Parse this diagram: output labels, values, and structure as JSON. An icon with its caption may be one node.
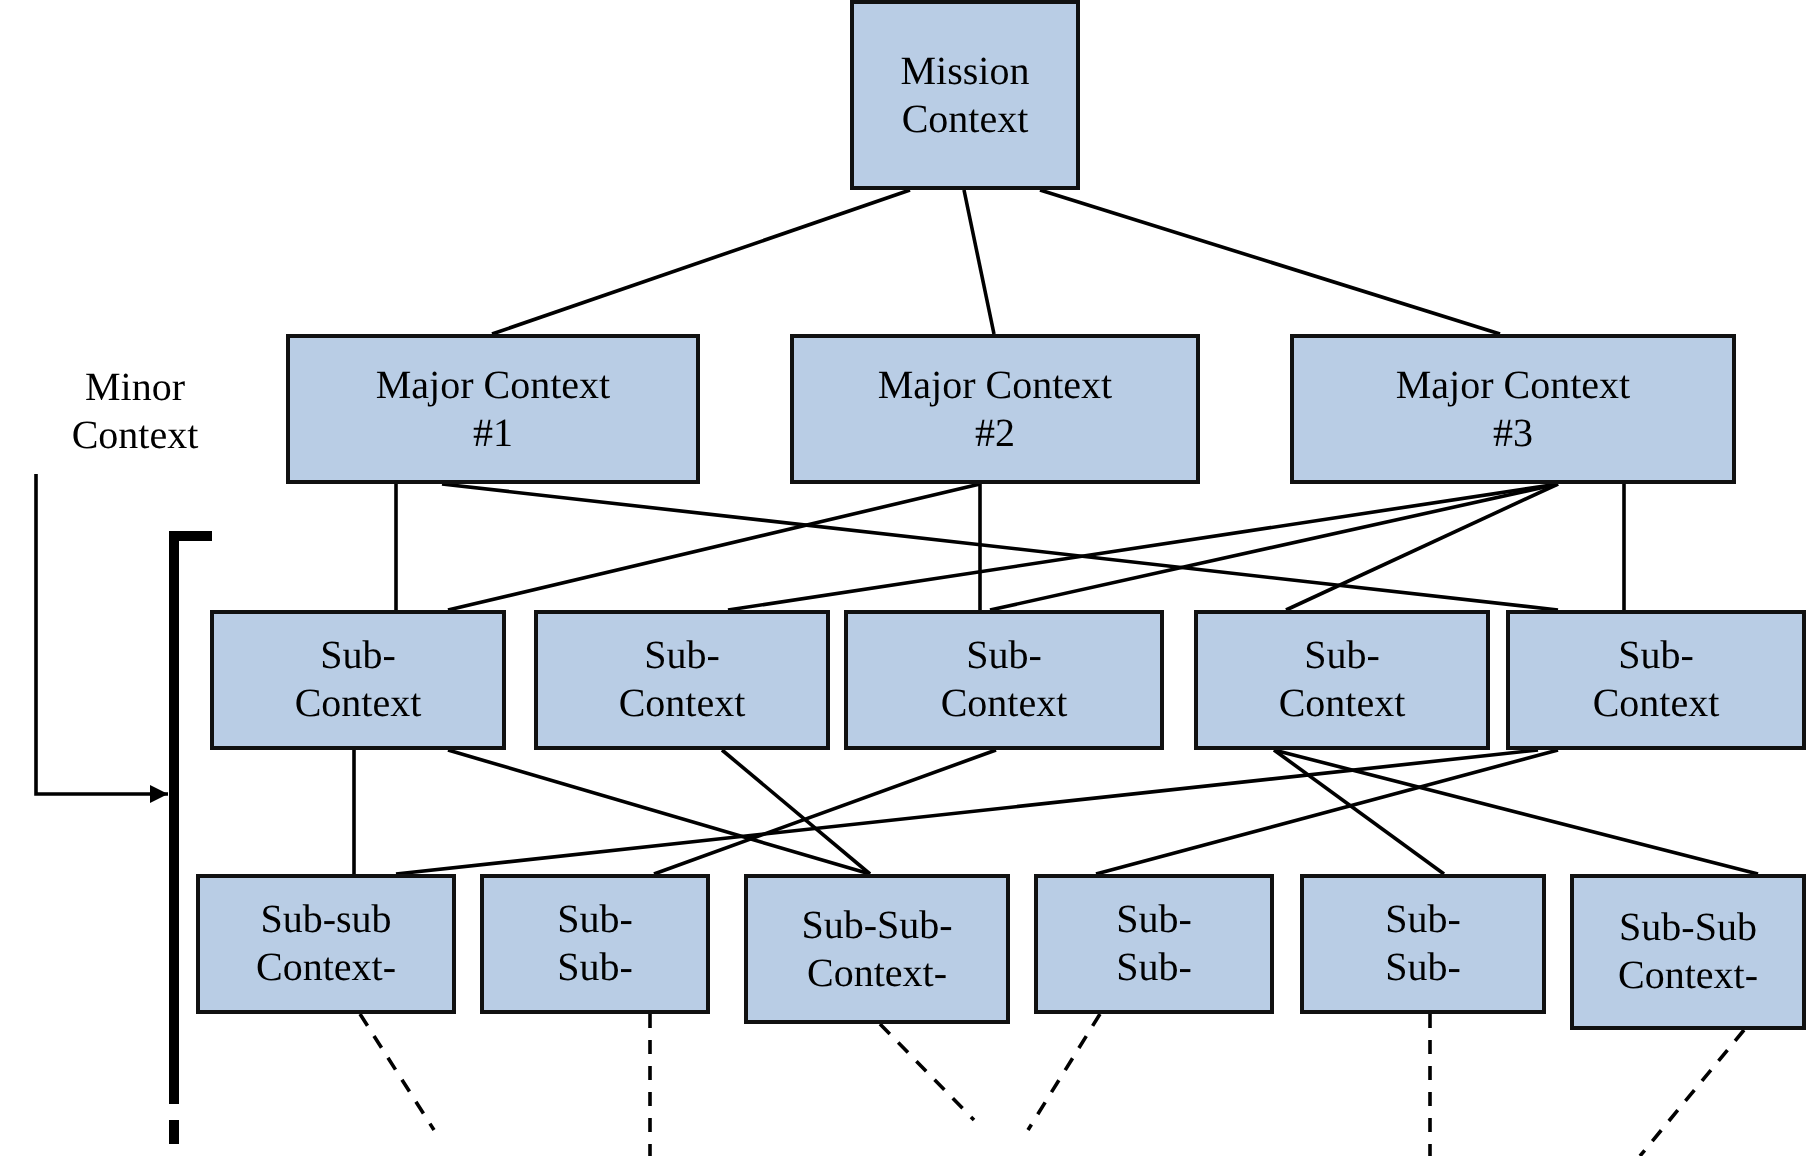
{
  "diagram": {
    "nodes": [
      {
        "text": [
          "Mission Context"
        ]
      },
      {
        "text": [
          "Major Context #1"
        ]
      },
      {
        "text": [
          "Major Context #2"
        ]
      },
      {
        "text": [
          "Major Context #3"
        ]
      },
      {
        "text": [
          "Sub- Context"
        ]
      },
      {
        "text": [
          "Sub- Context"
        ]
      },
      {
        "text": [
          "Sub- Context"
        ]
      },
      {
        "text": [
          "Sub- Context"
        ]
      },
      {
        "text": [
          "Sub- Context"
        ]
      },
      {
        "text": [
          "Sub-sub Context-"
        ]
      },
      {
        "text": [
          "Sub- Sub-"
        ]
      },
      {
        "text": [
          "Sub-Sub- Context-"
        ]
      },
      {
        "text": [
          "Sub- Sub-"
        ]
      },
      {
        "text": [
          "Sub- Sub-"
        ]
      },
      {
        "text": [
          "Sub-Sub Context-"
        ]
      },
      {
        "text": [
          "Minor Context"
        ]
      },
      {
        "text": [],
        "shape": "bracket"
      }
    ],
    "edges": [
      {
        "from": 0,
        "to": 1,
        "arrow": "none"
      },
      {
        "from": 0,
        "to": 2,
        "arrow": "none"
      },
      {
        "from": 0,
        "to": 3,
        "arrow": "none"
      },
      {
        "from": 1,
        "to": 4,
        "arrow": "none"
      },
      {
        "from": 1,
        "to": 8,
        "arrow": "none"
      },
      {
        "from": 2,
        "to": 4,
        "arrow": "none"
      },
      {
        "from": 2,
        "to": 6,
        "arrow": "none"
      },
      {
        "from": 3,
        "to": 5,
        "arrow": "none"
      },
      {
        "from": 3,
        "to": 6,
        "arrow": "none"
      },
      {
        "from": 3,
        "to": 7,
        "arrow": "none"
      },
      {
        "from": 3,
        "to": 8,
        "arrow": "none"
      },
      {
        "from": 4,
        "to": 9,
        "arrow": "none"
      },
      {
        "from": 4,
        "to": 11,
        "arrow": "none"
      },
      {
        "from": 5,
        "to": 11,
        "arrow": "none"
      },
      {
        "from": 6,
        "to": 10,
        "arrow": "none"
      },
      {
        "from": 8,
        "to": 9,
        "arrow": "none"
      },
      {
        "from": 8,
        "to": 12,
        "arrow": "none"
      },
      {
        "from": 7,
        "to": 13,
        "arrow": "none"
      },
      {
        "from": 7,
        "to": 14,
        "arrow": "none"
      },
      {
        "from": 9,
        "to": null,
        "arrow": "none",
        "style": "dashed"
      },
      {
        "from": 10,
        "to": null,
        "arrow": "none",
        "style": "dashed"
      },
      {
        "from": 11,
        "to": null,
        "arrow": "none",
        "style": "dashed"
      },
      {
        "from": 12,
        "to": null,
        "arrow": "none",
        "style": "dashed"
      },
      {
        "from": 13,
        "to": null,
        "arrow": "none",
        "style": "dashed"
      },
      {
        "from": 14,
        "to": null,
        "arrow": "none",
        "style": "dashed"
      },
      {
        "from": 15,
        "to": 16,
        "arrow": "to"
      }
    ]
  }
}
